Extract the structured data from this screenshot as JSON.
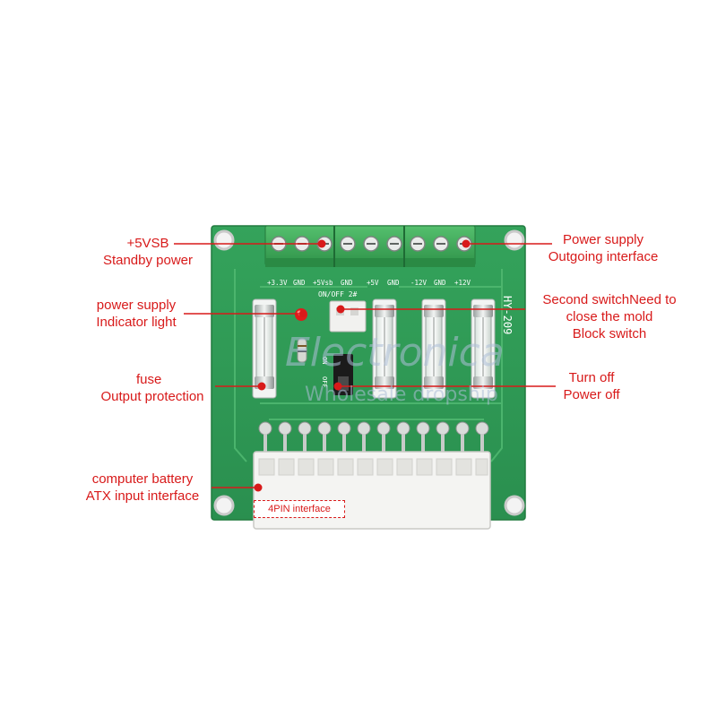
{
  "board": {
    "model": "HY-209",
    "switch_label": "ON/OFF 2#",
    "switch_positions": [
      "ON",
      "OFF"
    ],
    "terminal_labels": [
      "+3.3V",
      "GND",
      "+5Vsb",
      "GND",
      "+5V",
      "GND",
      "-12V",
      "GND",
      "+12V"
    ],
    "connector_tag": "4PIN interface"
  },
  "watermark": {
    "line1": "Electronica",
    "line2": "Wholesale dropship"
  },
  "callouts": {
    "vsb": {
      "line1": "+5VSB",
      "line2": "Standby power"
    },
    "led": {
      "line1": "power supply",
      "line2": "Indicator light"
    },
    "fuse": {
      "line1": "fuse",
      "line2": "Output protection"
    },
    "atx": {
      "line1": "computer battery",
      "line2": "ATX input interface"
    },
    "out": {
      "line1": "Power supply",
      "line2": "Outgoing interface"
    },
    "switch2": {
      "line1": "Second switchNeed to",
      "line2": "close the mold",
      "line3": "Block switch"
    },
    "off": {
      "line1": "Turn off",
      "line2": "Power off"
    }
  },
  "colors": {
    "pcb": "#2f9a55",
    "pcb_dark": "#1f7a40",
    "terminal_block": "#3fae5c",
    "callout": "#d81a1a",
    "atx_connector": "#f4f4f2"
  }
}
